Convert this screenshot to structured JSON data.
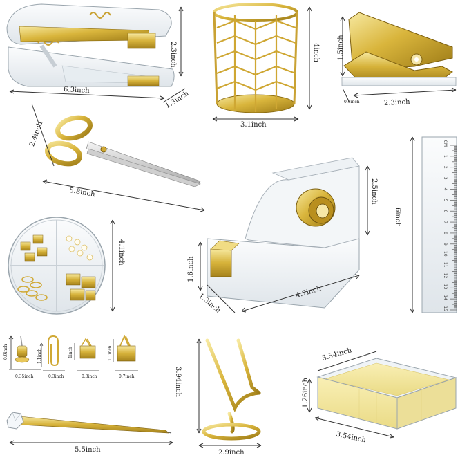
{
  "measurements": {
    "stapler": {
      "length": "6.3inch",
      "height": "2.3inch",
      "width": "1.3inch"
    },
    "pen_holder": {
      "height": "4inch",
      "diameter": "3.1inch"
    },
    "staple_remover": {
      "height": "1.5inch",
      "length": "2.3inch",
      "width": "0.6inch"
    },
    "scissors": {
      "height": "2.4inch",
      "length": "5.8inch"
    },
    "ruler": {
      "length": "6inch",
      "markings": [
        "CM",
        "1",
        "2",
        "3",
        "4",
        "5",
        "6",
        "7",
        "8",
        "9",
        "10",
        "11",
        "12",
        "13",
        "14",
        "15"
      ]
    },
    "tape_dispenser": {
      "height": "2.5inch",
      "base_height": "1.6inch",
      "length": "4.7inch",
      "width": "1.3inch"
    },
    "clip_box": {
      "diameter": "4.1inch"
    },
    "push_pin": {
      "height": "0.9inch",
      "width": "0.35inch"
    },
    "paper_clip": {
      "height": "1.1inch",
      "width": "0.3inch"
    },
    "small_binder": {
      "height": "1inch",
      "width": "0.8inch"
    },
    "large_binder": {
      "height": "1.1inch",
      "width": "0.7inch"
    },
    "phone_stand": {
      "height": "3.94inch",
      "width": "2.9inch"
    },
    "pen": {
      "length": "5.5inch"
    },
    "memo_cube": {
      "top_width": "3.54inch",
      "height": "1.26inch",
      "bottom_width": "3.54inch"
    }
  },
  "colors": {
    "gold": "#d6b23a",
    "gold_light": "#f1dc84",
    "gold_dark": "#9c7a16",
    "acrylic": "#e9eef2",
    "acrylic_edge": "#aab4bc",
    "sticky_paper": "#f3e7a0",
    "line": "#333333"
  }
}
